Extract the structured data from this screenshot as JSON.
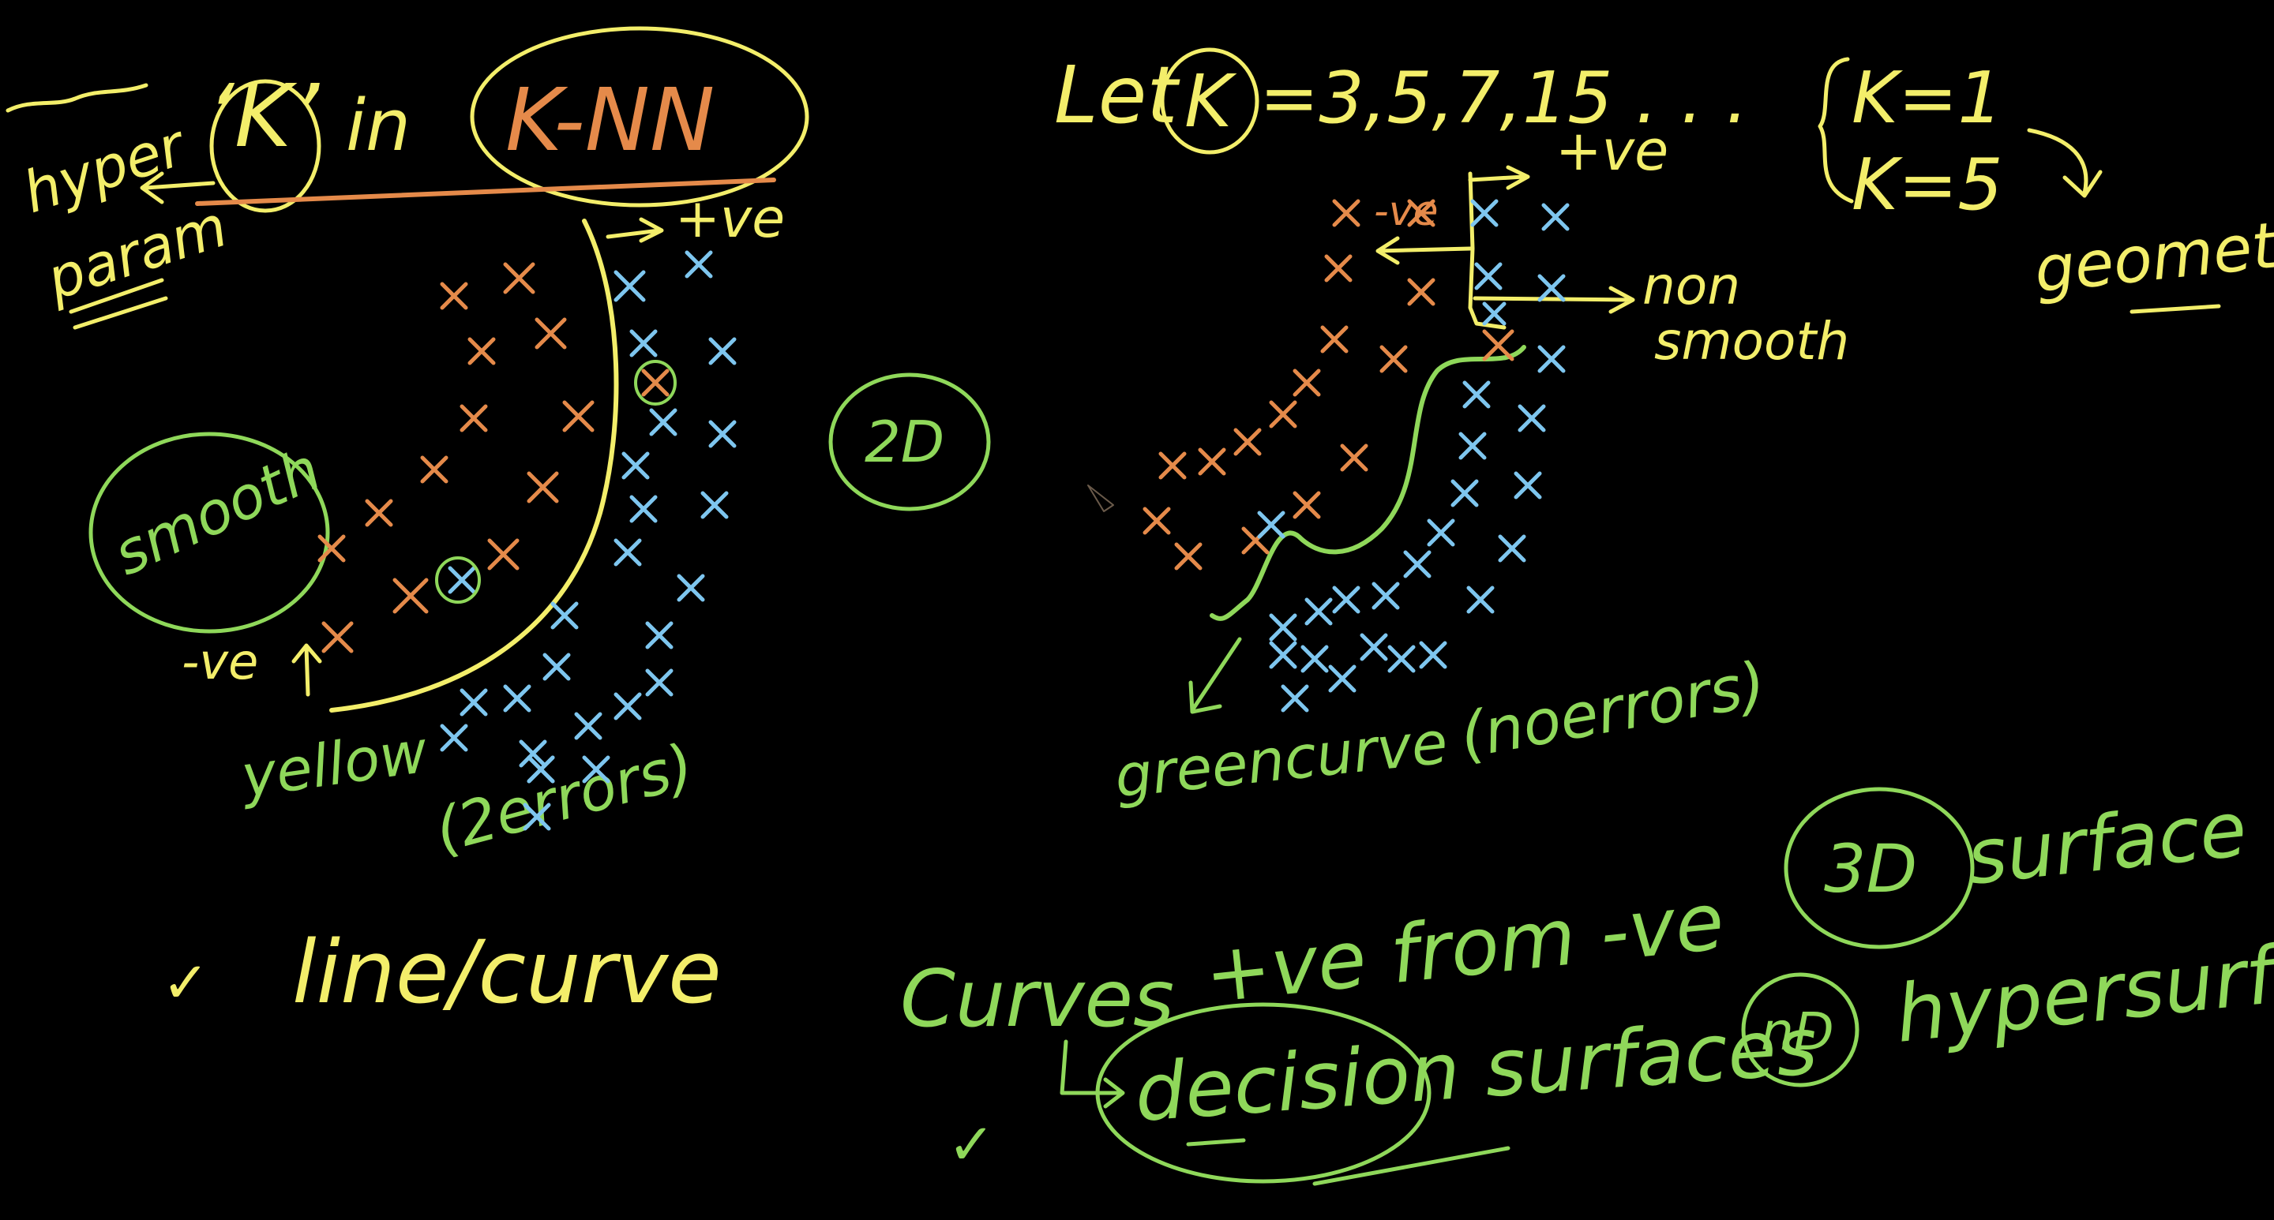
{
  "colors": {
    "background": "#000000",
    "yellow": "#f3ee6a",
    "orange": "#e58a4a",
    "green": "#8fd85a",
    "blue": "#7ec6ef"
  },
  "texts": {
    "k_quote": "‘K’",
    "k": "K",
    "in": "in",
    "knn": "K-NN",
    "hyper": "hyper",
    "param": "param",
    "plus_ve_left": "+ve",
    "minus_ve_left": "-ve",
    "smooth": "smooth",
    "yellow": "yellow",
    "two_errors": "(2errors)",
    "check_left": "✓",
    "line_curve": "line/curve",
    "two_d": "2D",
    "let": "Let",
    "k_values": "=3,5,7,15 . . .",
    "plus_ve_right": "+ve",
    "minus_ve_right": "-ve",
    "non": "non",
    "smooth_right": "smooth",
    "green_curve": "greencurve",
    "no_errors": "(noerrors)",
    "k1": "K=1",
    "k5": "K=5",
    "geometrical": "geometrical",
    "curves": "Curves",
    "plus_ve_from": "+ve from -ve",
    "decision_surfaces": "decision surfaces",
    "check_bottom": "✓",
    "three_d": "3D",
    "surface": "surface",
    "nd": "nD",
    "hypersurface": "hypersurface"
  }
}
